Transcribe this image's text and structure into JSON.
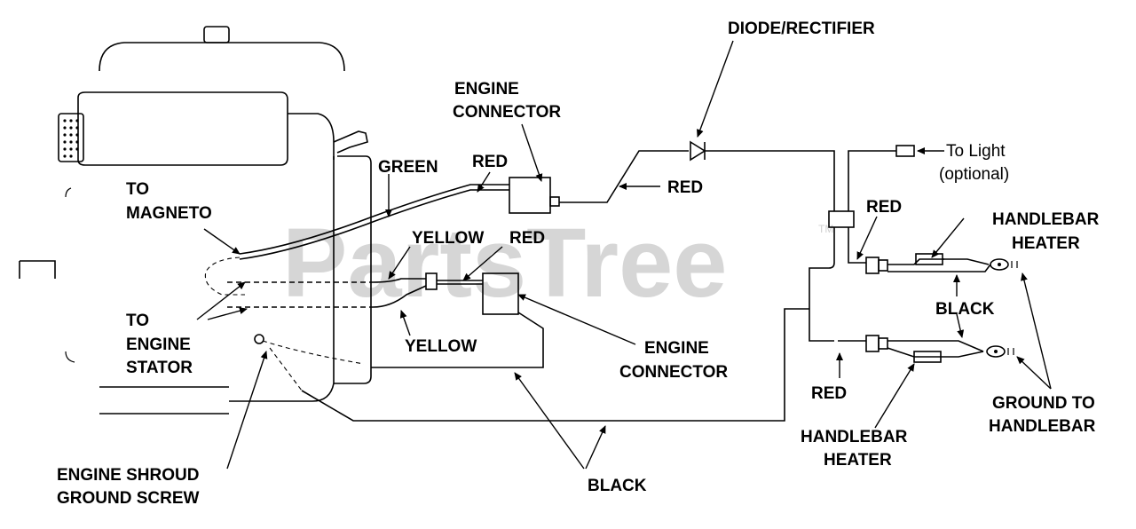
{
  "watermark": {
    "text": "PartsTree",
    "tm": "TM"
  },
  "labels": {
    "diode_rectifier": "DIODE/RECTIFIER",
    "engine_connector_top_1": "ENGINE",
    "engine_connector_top_2": "CONNECTOR",
    "green": "GREEN",
    "red_top": "RED",
    "red_mid": "RED",
    "red_yellow": "RED",
    "yellow_top": "YELLOW",
    "yellow_bottom": "YELLOW",
    "to_magneto_1": "TO",
    "to_magneto_2": "MAGNETO",
    "to_engine_stator_1": "TO",
    "to_engine_stator_2": "ENGINE",
    "to_engine_stator_3": "STATOR",
    "engine_connector_bottom_1": "ENGINE",
    "engine_connector_bottom_2": "CONNECTOR",
    "black_bottom": "BLACK",
    "engine_shroud_1": "ENGINE SHROUD",
    "engine_shroud_2": "GROUND SCREW",
    "to_light_1": "To Light",
    "to_light_2": "(optional)",
    "red_right_top": "RED",
    "handlebar_heater_top_1": "HANDLEBAR",
    "handlebar_heater_top_2": "HEATER",
    "black_right": "BLACK",
    "red_right_bottom": "RED",
    "handlebar_heater_bottom_1": "HANDLEBAR",
    "handlebar_heater_bottom_2": "HEATER",
    "ground_to_handlebar_1": "GROUND TO",
    "ground_to_handlebar_2": "HANDLEBAR"
  }
}
